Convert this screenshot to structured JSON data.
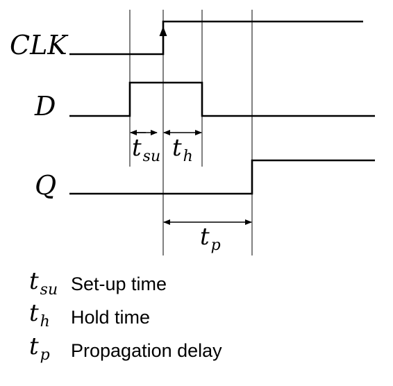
{
  "signals": {
    "clk": "CLK",
    "d": "D",
    "q": "Q"
  },
  "intervals": {
    "tsu": {
      "symbol": "t",
      "sub": "su"
    },
    "th": {
      "symbol": "t",
      "sub": "h"
    },
    "tp": {
      "symbol": "t",
      "sub": "p"
    }
  },
  "legend": [
    {
      "symbol": "t",
      "sub": "su",
      "text": "Set-up time"
    },
    {
      "symbol": "t",
      "sub": "h",
      "text": "Hold time"
    },
    {
      "symbol": "t",
      "sub": "p",
      "text": "Propagation delay"
    }
  ]
}
